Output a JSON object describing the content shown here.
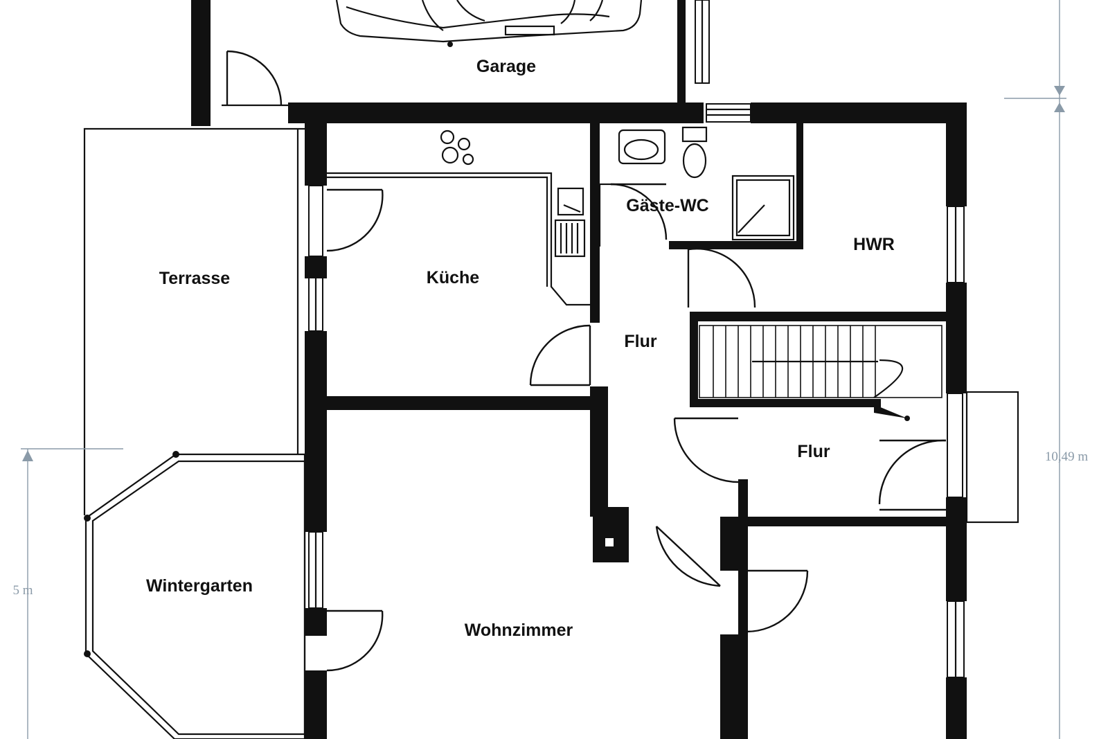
{
  "rooms": {
    "garage": "Garage",
    "terrasse": "Terrasse",
    "kueche": "Küche",
    "gaeste_wc": "Gäste-WC",
    "hwr": "HWR",
    "flur_1": "Flur",
    "flur_2": "Flur",
    "wintergarten": "Wintergarten",
    "wohnzimmer": "Wohnzimmer"
  },
  "dimensions": {
    "width_label": "10,49 m",
    "left_label": "5 m"
  },
  "colors": {
    "wall": "#111111",
    "dimension": "#8a9aa8",
    "background": "#ffffff"
  }
}
